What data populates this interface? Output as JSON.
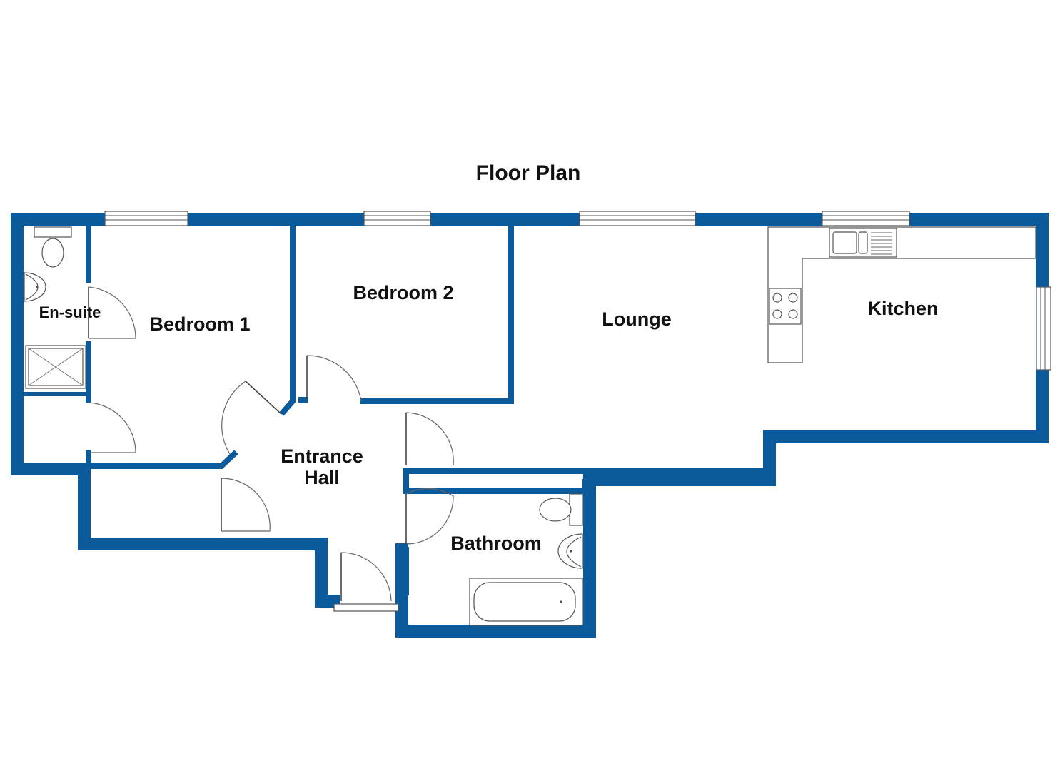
{
  "title": "Floor Plan",
  "rooms": {
    "ensuite": "En-suite",
    "bedroom1": "Bedroom 1",
    "bedroom2": "Bedroom 2",
    "lounge": "Lounge",
    "kitchen": "Kitchen",
    "entrance_line1": "Entrance",
    "entrance_line2": "Hall",
    "bathroom": "Bathroom"
  },
  "colors": {
    "wall": "#0a5a9c",
    "wall_edge": "#04355e",
    "background": "#ffffff"
  }
}
